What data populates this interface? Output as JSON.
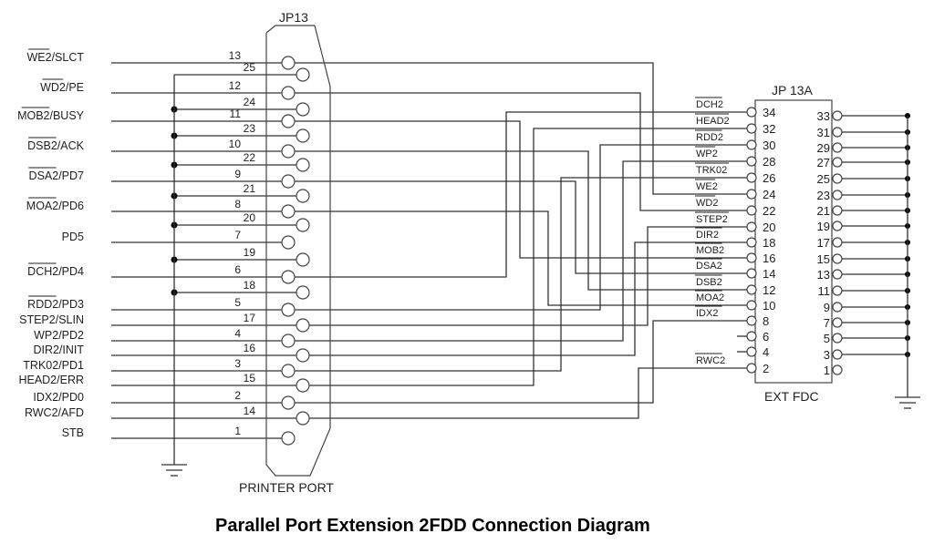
{
  "title": "Parallel Port Extension 2FDD Connection Diagram",
  "jp13": {
    "name": "JP13",
    "caption": "PRINTER PORT",
    "pins": [
      {
        "num": "13",
        "label": "WE2/SLCT",
        "overline": "WE2",
        "underline": "",
        "target": "24"
      },
      {
        "num": "25",
        "label": "",
        "ground": true
      },
      {
        "num": "12",
        "label": "WD2/PE",
        "overline": "WD2",
        "underline": "",
        "target": "22"
      },
      {
        "num": "24",
        "label": "",
        "ground": true
      },
      {
        "num": "11",
        "label": "MOB2/BUSY",
        "overline": "MOB2",
        "underline": "",
        "target": "16"
      },
      {
        "num": "23",
        "label": "",
        "ground": true
      },
      {
        "num": "10",
        "label": "DSB2/ACK",
        "overline": "DSB2",
        "underline": "",
        "target": "12"
      },
      {
        "num": "22",
        "label": "",
        "ground": true
      },
      {
        "num": "9",
        "label": "DSA2/PD7",
        "overline": "DSA2",
        "underline": "",
        "target": "14"
      },
      {
        "num": "21",
        "label": "",
        "ground": true
      },
      {
        "num": "8",
        "label": "MOA2/PD6",
        "overline": "MOA2",
        "underline": "",
        "target": "10"
      },
      {
        "num": "20",
        "label": "",
        "ground": true
      },
      {
        "num": "7",
        "label": "PD5",
        "overline": "",
        "underline": "",
        "target": ""
      },
      {
        "num": "19",
        "label": "",
        "ground": true
      },
      {
        "num": "6",
        "label": "DCH2/PD4",
        "overline": "DCH2",
        "underline": "",
        "target": "34"
      },
      {
        "num": "18",
        "label": "",
        "ground": true
      },
      {
        "num": "5",
        "label": "RDD2/PD3",
        "overline": "RDD2",
        "underline": "",
        "target": "30"
      },
      {
        "num": "17",
        "label": "STEP2/SLIN",
        "overline": "",
        "underline": "",
        "target": "20"
      },
      {
        "num": "4",
        "label": "WP2/PD2",
        "overline": "",
        "underline": "",
        "target": "28"
      },
      {
        "num": "16",
        "label": "DIR2/INIT",
        "overline": "",
        "underline": "",
        "target": "18"
      },
      {
        "num": "3",
        "label": "TRK02/PD1",
        "overline": "",
        "underline": "",
        "target": "26"
      },
      {
        "num": "15",
        "label": "HEAD2/ERR",
        "overline": "",
        "underline": "",
        "target": "32"
      },
      {
        "num": "2",
        "label": "IDX2/PD0",
        "overline": "",
        "underline": "",
        "target": "8"
      },
      {
        "num": "14",
        "label": "RWC2/AFD",
        "overline": "",
        "underline": "",
        "target": "2"
      },
      {
        "num": "1",
        "label": "STB",
        "overline": "",
        "underline": "",
        "target": ""
      }
    ]
  },
  "jp13a": {
    "name": "JP 13A",
    "caption": "EXT FDC",
    "left_pins": [
      {
        "num": "34",
        "signal": "DCH2"
      },
      {
        "num": "32",
        "signal": "HEAD2"
      },
      {
        "num": "30",
        "signal": "RDD2"
      },
      {
        "num": "28",
        "signal": "WP2"
      },
      {
        "num": "26",
        "signal": "TRK02"
      },
      {
        "num": "24",
        "signal": "WE2"
      },
      {
        "num": "22",
        "signal": "WD2"
      },
      {
        "num": "20",
        "signal": "STEP2"
      },
      {
        "num": "18",
        "signal": "DIR2"
      },
      {
        "num": "16",
        "signal": "MOB2"
      },
      {
        "num": "14",
        "signal": "DSA2"
      },
      {
        "num": "12",
        "signal": "DSB2"
      },
      {
        "num": "10",
        "signal": "MOA2"
      },
      {
        "num": "8",
        "signal": "IDX2"
      },
      {
        "num": "6",
        "signal": ""
      },
      {
        "num": "4",
        "signal": ""
      },
      {
        "num": "2",
        "signal": "RWC2"
      }
    ],
    "right_pins": [
      {
        "num": "33",
        "ground": true
      },
      {
        "num": "31",
        "ground": true
      },
      {
        "num": "29",
        "ground": true
      },
      {
        "num": "27",
        "ground": true
      },
      {
        "num": "25",
        "ground": true
      },
      {
        "num": "23",
        "ground": true
      },
      {
        "num": "21",
        "ground": true
      },
      {
        "num": "19",
        "ground": true
      },
      {
        "num": "17",
        "ground": true
      },
      {
        "num": "15",
        "ground": true
      },
      {
        "num": "13",
        "ground": true
      },
      {
        "num": "11",
        "ground": true
      },
      {
        "num": "9",
        "ground": true
      },
      {
        "num": "7",
        "ground": true
      },
      {
        "num": "5",
        "ground": true
      },
      {
        "num": "3",
        "ground": true
      },
      {
        "num": "1",
        "ground": false
      }
    ]
  }
}
